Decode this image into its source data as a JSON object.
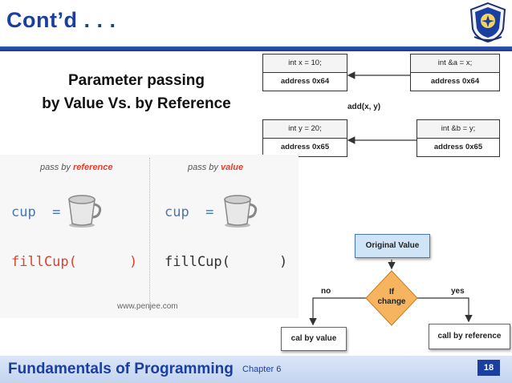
{
  "slide": {
    "title": "Cont’d . . .",
    "subtitle_line1": "Parameter passing",
    "subtitle_line2": "by Value Vs.  by Reference"
  },
  "memory_diagram": {
    "left_boxes": [
      {
        "decl": "int x = 10;",
        "addr": "address 0x64"
      },
      {
        "decl": "int y = 20;",
        "addr": "address 0x65"
      }
    ],
    "right_boxes": [
      {
        "decl": "int &a = x;",
        "addr": "address 0x64"
      },
      {
        "decl": "int &b = y;",
        "addr": "address 0x65"
      }
    ],
    "call": "add(x, y)"
  },
  "cups_panel": {
    "left_prefix": "pass by ",
    "left_keyword": "reference",
    "right_prefix": "pass by ",
    "right_keyword": "value",
    "cup_code": "cup  =",
    "fill_call": "fillCup(",
    "close_paren": ")",
    "watermark": "www.penjee.com"
  },
  "flowchart": {
    "top": "Original Value",
    "decision": "If change",
    "decision_line1": "If",
    "decision_line2": "change",
    "no_label": "no",
    "yes_label": "yes",
    "left_result": "cal by value",
    "right_result": "call by reference"
  },
  "footer": {
    "course": "Fundamentals of Programming",
    "chapter": "Chapter 6",
    "page": "18"
  },
  "colors": {
    "accent": "#1a3fa0",
    "highlight": "#e0402e",
    "flow_top_fill": "#cfe4f7",
    "flow_decision_fill": "#f7b45f"
  }
}
